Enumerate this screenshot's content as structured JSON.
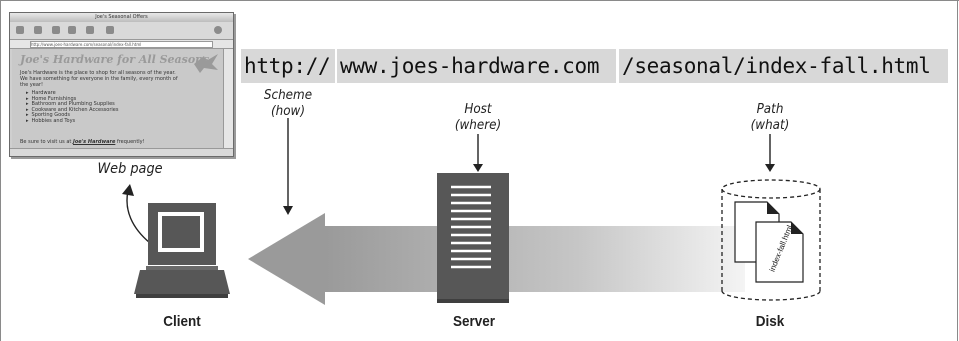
{
  "url": {
    "scheme": "http://",
    "host": "www.joes-hardware.com",
    "path": "/seasonal/index-fall.html"
  },
  "labels": {
    "scheme": [
      "Scheme",
      "(how)"
    ],
    "host": [
      "Host",
      "(where)"
    ],
    "path": [
      "Path",
      "(what)"
    ],
    "web_page": "Web page",
    "client": "Client",
    "server": "Server",
    "disk": "Disk",
    "file": "index-fall.html"
  },
  "thumbnail": {
    "window_title": "Joe's Seasonal Offers",
    "address": "http://www.joes-hardware.com/seasonal/index-fall.html",
    "heading": "Joe's Hardware for All Seasons",
    "intro": "Joe's Hardware is the place to shop for all seasons of the year. We have something for everyone in the family, every month of the year!",
    "items": [
      "Hardware",
      "Home Furnishings",
      "Bathroom and Plumbing Supplies",
      "Cookware and Kitchen Accessories",
      "Sporting Goods",
      "Hobbies and Toys"
    ],
    "footer_text": "Be sure to visit us at ",
    "footer_link": "Joe's Hardware",
    "footer_end": " frequently!"
  },
  "colors": {
    "url_box": "#d8d8d8",
    "arrow_dark": "#9a9a9a",
    "device": "#575757"
  }
}
